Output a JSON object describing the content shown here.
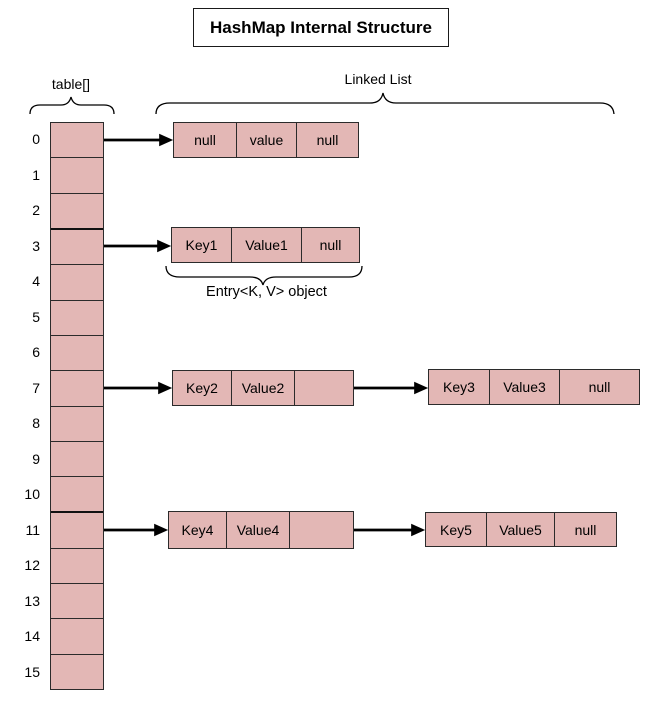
{
  "title": "HashMap Internal Structure",
  "labels": {
    "table_array": "table[]",
    "linked_list": "Linked List",
    "entry_object": "Entry<K, V> object"
  },
  "array": {
    "indices": [
      "0",
      "1",
      "2",
      "3",
      "4",
      "5",
      "6",
      "7",
      "8",
      "9",
      "10",
      "11",
      "12",
      "13",
      "14",
      "15"
    ],
    "bucket_count": 16,
    "buckets_with_entries": [
      0,
      3,
      7,
      11
    ]
  },
  "nodes": [
    {
      "bucket": 0,
      "cells": [
        "null",
        "value",
        "null"
      ]
    },
    {
      "bucket": 3,
      "cells": [
        "Key1",
        "Value1",
        "null"
      ]
    },
    {
      "bucket": 7,
      "cells": [
        "Key2",
        "Value2",
        ""
      ]
    },
    {
      "bucket": 7,
      "cells": [
        "Key3",
        "Value3",
        "null"
      ]
    },
    {
      "bucket": 11,
      "cells": [
        "Key4",
        "Value4",
        ""
      ]
    },
    {
      "bucket": 11,
      "cells": [
        "Key5",
        "Value5",
        "null"
      ]
    }
  ],
  "colors": {
    "cell_fill": "#E3B7B5",
    "cell_border": "#2B2B2B",
    "arrow": "#000000",
    "background": "#FFFFFF"
  }
}
